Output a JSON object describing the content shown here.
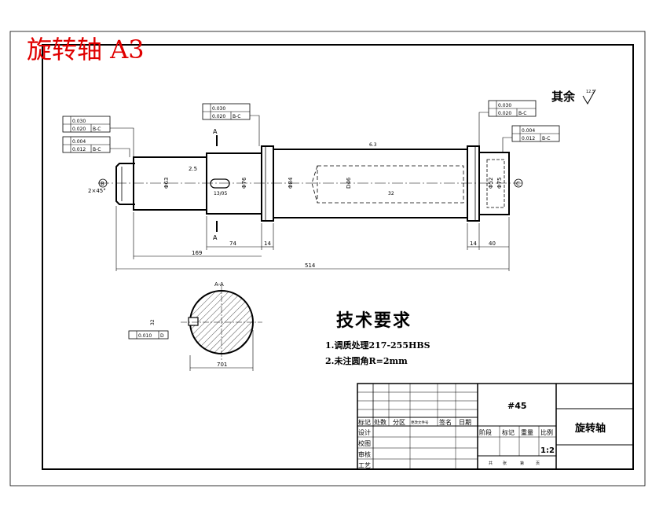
{
  "title": "旋转轴 A3",
  "remark": "其余",
  "remark_roughness": "12.5",
  "tech_req": {
    "heading": "技术要求",
    "items": [
      "1.调质处理217-255HBS",
      "2.未注圆角R=2mm"
    ]
  },
  "section_label": "A-A",
  "section_mark": "A",
  "dims": {
    "d169": "169",
    "d74": "74",
    "d14a": "14",
    "d514": "514",
    "d14b": "14",
    "d40": "40",
    "chamfer": "2×45°",
    "key_width": "2.5",
    "key_len": "13/05",
    "phi_shaft1": "Φ63",
    "phi_shaft2": "Φ76",
    "phi_shaft3": "Φ84",
    "phi_hole": "D46",
    "phi_end1": "Φ52",
    "phi_end2": "Φ75",
    "section_w": "701",
    "section_h": "32",
    "ra_center": "32",
    "ra_main": "6.3"
  },
  "datums": [
    "B",
    "C"
  ],
  "tolerances": {
    "left_top": [
      "0.030",
      "0.020",
      "B-C"
    ],
    "left_mid": [
      "0.004",
      "0.012",
      "B-C"
    ],
    "center_top": [
      "0.030",
      "0.020",
      "B-C"
    ],
    "right_top": [
      "0.030",
      "0.020",
      "B-C"
    ],
    "right_mid": [
      "0.004",
      "0.012",
      "B-C"
    ],
    "section": [
      "0.010",
      "D"
    ]
  },
  "titleblock": {
    "material": "#45",
    "part_name": "旋转轴",
    "headers": [
      "标记",
      "处数",
      "分区",
      "更改文件号",
      "签名",
      "日期"
    ],
    "roles": [
      "设计",
      "校图",
      "审核",
      "工艺"
    ],
    "stage_headers": [
      "阶段",
      "标记",
      "重量",
      "比例"
    ],
    "scale": "1:2",
    "sheet_labels": [
      "共",
      "张",
      "第",
      "页"
    ]
  }
}
